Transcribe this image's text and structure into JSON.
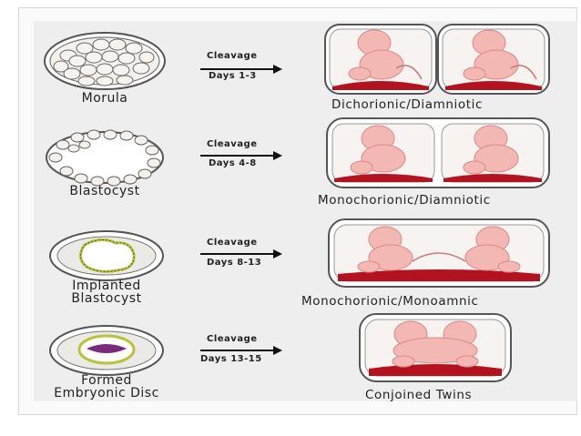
{
  "stages": [
    {
      "name": "Morula",
      "cleavage": "Cleavage",
      "days": "Days 1-3",
      "twin_type": "Dichorionic/Diamniotic"
    },
    {
      "name": "Blastocyst",
      "cleavage": "Cleavage",
      "days": "Days 4-8",
      "twin_type": "Monochorionic/Diamniotic"
    },
    {
      "name_line1": "Implanted",
      "name_line2": "Blastocyst",
      "cleavage": "Cleavage",
      "days": "Days 8-13",
      "twin_type": "Monochorionic/Monoamnic"
    },
    {
      "name_line1": "Formed",
      "name_line2": "Embryonic Disc",
      "cleavage": "Cleavage",
      "days": "Days 13-15",
      "twin_type": "Conjoined Twins"
    }
  ],
  "colors": {
    "placenta": "#b3131f",
    "fetus": "#f3b8b4",
    "fetus_outline": "#d98a86",
    "membrane": "#555555",
    "cell_fill": "#f4f0ec",
    "embryonic_disc": "#7a2a7a",
    "yolk_ring": "#b8c23a"
  },
  "icons": [
    "morula-icon",
    "blastocyst-icon",
    "implanted-blastocyst-icon",
    "embryonic-disc-icon",
    "arrow-right-icon",
    "twin-fetus-icon"
  ]
}
